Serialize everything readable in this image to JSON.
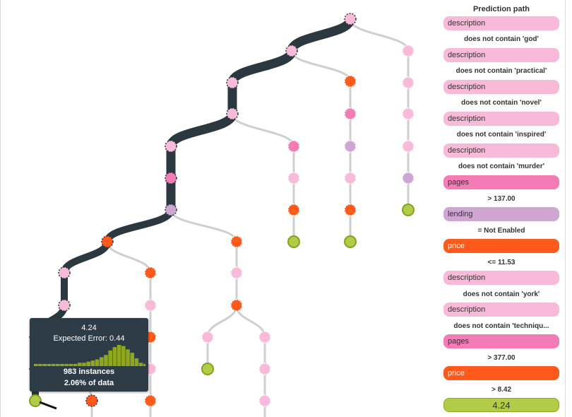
{
  "colors": {
    "description": "#f9b9d8",
    "pages": "#f37cb6",
    "lending": "#cfa5d4",
    "price": "#ff5a1c",
    "leaf": "#b1cc45",
    "path": "#2b3840",
    "edge": "#cfcfcf",
    "tooltip_bg": "#2d3c47",
    "histogram": "#8ea71d"
  },
  "panel": {
    "title": "Prediction path",
    "steps": [
      {
        "field": "description",
        "field_type": "description",
        "condition": "does not contain 'god'"
      },
      {
        "field": "description",
        "field_type": "description",
        "condition": "does not contain 'practical'"
      },
      {
        "field": "description",
        "field_type": "description",
        "condition": "does not contain 'novel'"
      },
      {
        "field": "description",
        "field_type": "description",
        "condition": "does not contain 'inspired'"
      },
      {
        "field": "description",
        "field_type": "description",
        "condition": "does not contain 'murder'"
      },
      {
        "field": "pages",
        "field_type": "pages",
        "condition": "> 137.00"
      },
      {
        "field": "lending",
        "field_type": "lending",
        "condition": "= Not Enabled"
      },
      {
        "field": "price",
        "field_type": "price",
        "condition": "<= 11.53"
      },
      {
        "field": "description",
        "field_type": "description",
        "condition": "does not contain 'york'"
      },
      {
        "field": "description",
        "field_type": "description",
        "condition": "does not contain 'techniqu..."
      },
      {
        "field": "pages",
        "field_type": "pages",
        "condition": "> 377.00"
      },
      {
        "field": "price",
        "field_type": "price",
        "condition": "> 8.42"
      }
    ],
    "prediction": "4.24"
  },
  "tooltip": {
    "value": "4.24",
    "expected_error": "Expected Error: 0.44",
    "instances": "983 instances",
    "percent": "2.06% of data",
    "histogram": [
      2,
      2,
      2,
      2,
      2,
      2,
      2,
      2,
      2,
      2,
      3,
      3,
      4,
      5,
      6,
      8,
      10,
      14,
      17,
      19,
      18,
      15,
      12,
      7,
      3,
      2
    ]
  },
  "tree": {
    "nodes": [
      {
        "id": "root",
        "type": "description",
        "dashed": true
      },
      {
        "id": "n1",
        "type": "description",
        "dashed": true
      },
      {
        "id": "n1r",
        "type": "description"
      },
      {
        "id": "n2",
        "type": "description",
        "dashed": true
      },
      {
        "id": "n2r",
        "type": "price"
      },
      {
        "id": "n3",
        "type": "description",
        "dashed": true
      },
      {
        "id": "n4",
        "type": "description",
        "dashed": true
      },
      {
        "id": "n4r",
        "type": "pages"
      },
      {
        "id": "n5",
        "type": "pages",
        "dashed": true
      },
      {
        "id": "n6",
        "type": "lending",
        "dashed": true
      },
      {
        "id": "n7",
        "type": "price",
        "dashed": true
      },
      {
        "id": "n7r",
        "type": "price"
      },
      {
        "id": "n8",
        "type": "description",
        "dashed": true
      },
      {
        "id": "n8r",
        "type": "price"
      },
      {
        "id": "n9",
        "type": "description",
        "dashed": true
      },
      {
        "id": "n9r",
        "type": "description"
      },
      {
        "id": "n10",
        "type": "description",
        "dashed": true
      },
      {
        "id": "n10r",
        "type": "price"
      },
      {
        "id": "n11",
        "type": "pages",
        "dashed": true
      },
      {
        "id": "n11r",
        "type": "description"
      },
      {
        "id": "n12",
        "type": "price",
        "dashed": true
      },
      {
        "id": "n12r",
        "type": "price"
      },
      {
        "id": "leaf",
        "type": "leaf",
        "dashed": false
      },
      {
        "id": "a1",
        "type": "description"
      },
      {
        "id": "a2",
        "type": "description"
      },
      {
        "id": "a3",
        "type": "description"
      },
      {
        "id": "a4",
        "type": "leaf"
      },
      {
        "id": "b1",
        "type": "pages"
      },
      {
        "id": "b2",
        "type": "lending"
      },
      {
        "id": "b3",
        "type": "description"
      },
      {
        "id": "b4",
        "type": "price"
      },
      {
        "id": "b5",
        "type": "leaf"
      },
      {
        "id": "c1",
        "type": "description"
      },
      {
        "id": "c2",
        "type": "price"
      },
      {
        "id": "c3",
        "type": "lending"
      },
      {
        "id": "c4",
        "type": "leaf"
      },
      {
        "id": "d1",
        "type": "description"
      },
      {
        "id": "d2",
        "type": "price"
      },
      {
        "id": "d3",
        "type": "description"
      },
      {
        "id": "d4",
        "type": "description"
      },
      {
        "id": "d5",
        "type": "leaf"
      },
      {
        "id": "e1",
        "type": "description"
      },
      {
        "id": "e2",
        "type": "description"
      },
      {
        "id": "e3",
        "type": "pages"
      },
      {
        "id": "f1",
        "type": "description"
      },
      {
        "id": "f2",
        "type": "description"
      },
      {
        "id": "f3",
        "type": "price"
      },
      {
        "id": "g1",
        "type": "price"
      }
    ]
  }
}
